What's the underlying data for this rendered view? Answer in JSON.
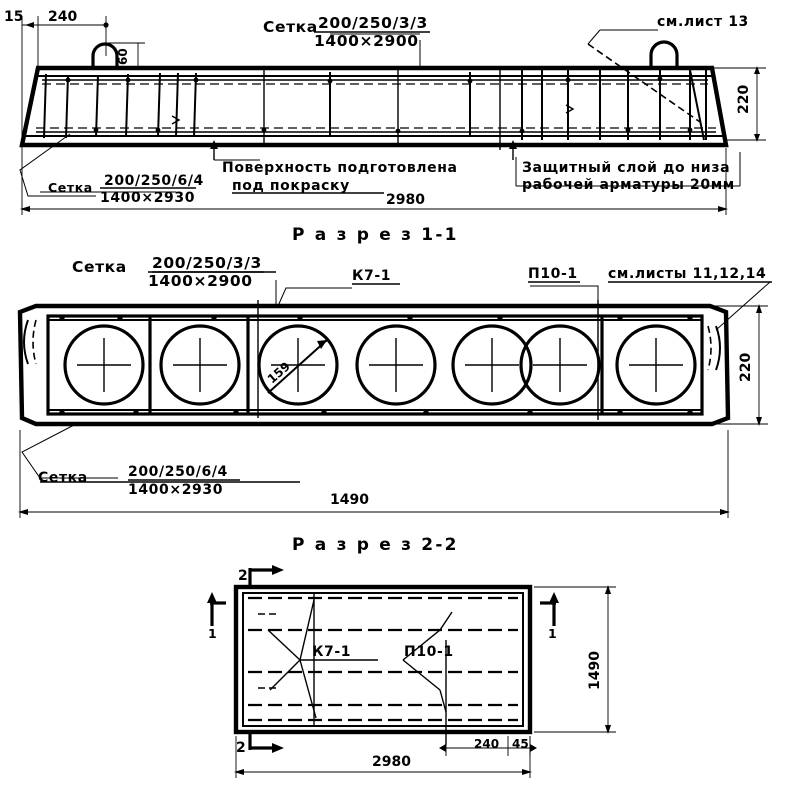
{
  "drawing": {
    "type": "technical-engineering-blueprint",
    "language": "ru",
    "subject": "reinforced concrete hollow-core slab reinforcement drawing"
  },
  "view_top": {
    "title": "Р а з р е з  1-1",
    "mesh_top_label": "Сетка",
    "mesh_top_num": "200/250/3/3",
    "mesh_top_den": "1400×2900",
    "mesh_bottom_label": "Сетка",
    "mesh_bottom_num": "200/250/6/4",
    "mesh_bottom_den": "1400×2930",
    "note_sheet": "см.лист 13",
    "note_surface_line1": "Поверхность подготовлена",
    "note_surface_line2": "под покраску",
    "note_cover_line1": "Защитный слой до низа",
    "note_cover_line2": "рабочей арматуры 20мм",
    "dim_15": "15",
    "dim_240": "240",
    "dim_60": "60",
    "dim_220": "220",
    "dim_2980": "2980"
  },
  "view_mid": {
    "title": "Р а з р е з  2-2",
    "mesh_top_label": "Сетка",
    "mesh_top_num": "200/250/3/3",
    "mesh_top_den": "1400×2900",
    "mesh_bottom_label": "Сетка",
    "mesh_bottom_num": "200/250/6/4",
    "mesh_bottom_den": "1400×2930",
    "mark_k7": "К7-1",
    "mark_p10": "П10-1",
    "note_sheets": "см.листы 11,12,14",
    "void_diameter": "159",
    "dim_220": "220",
    "dim_1490": "1490",
    "void_count": 7
  },
  "view_plan": {
    "mark_k7": "К7-1",
    "mark_p10": "П10-1",
    "section_mark_2": "2",
    "section_mark_1": "1",
    "dim_2980": "2980",
    "dim_1490": "1490",
    "dim_240": "240",
    "dim_45": "45"
  },
  "colors": {
    "ink": "#000000",
    "paper": "#ffffff"
  }
}
